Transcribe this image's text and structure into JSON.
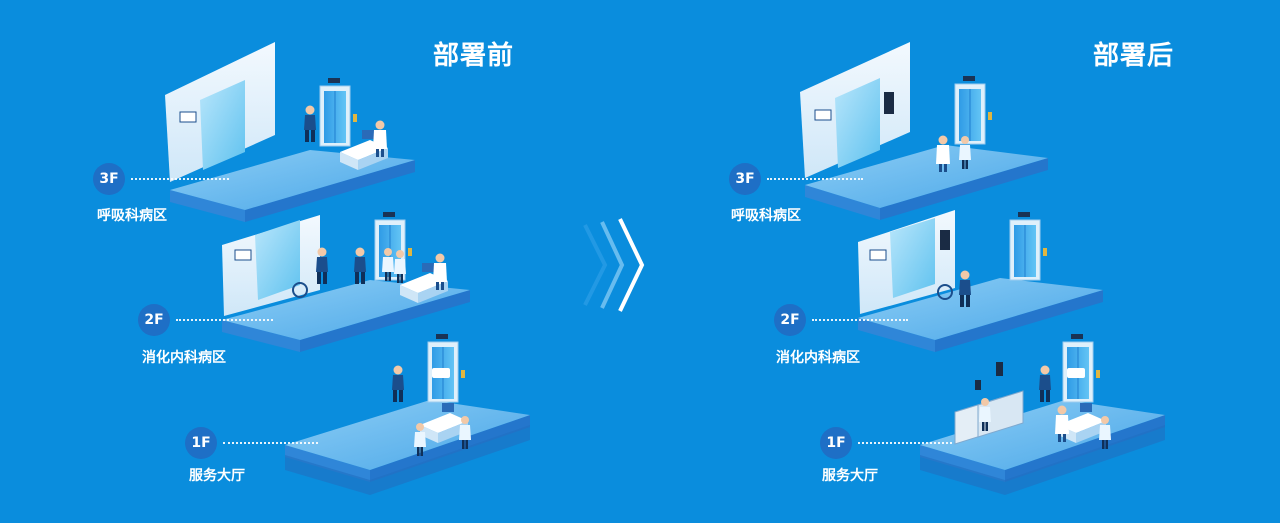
{
  "titles": {
    "before": "部署前",
    "after": "部署后"
  },
  "floors": [
    {
      "code": "3F",
      "name": "呼吸科病区"
    },
    {
      "code": "2F",
      "name": "消化内科病区"
    },
    {
      "code": "1F",
      "name": "服务大厅"
    }
  ],
  "colors": {
    "background": "#0a8ddd",
    "floor_top": "#64b8ef",
    "floor_side": "#2f86d8",
    "wall": "#e6f3fc",
    "badge": "#1e6fc6",
    "figure": "#123a6b"
  }
}
